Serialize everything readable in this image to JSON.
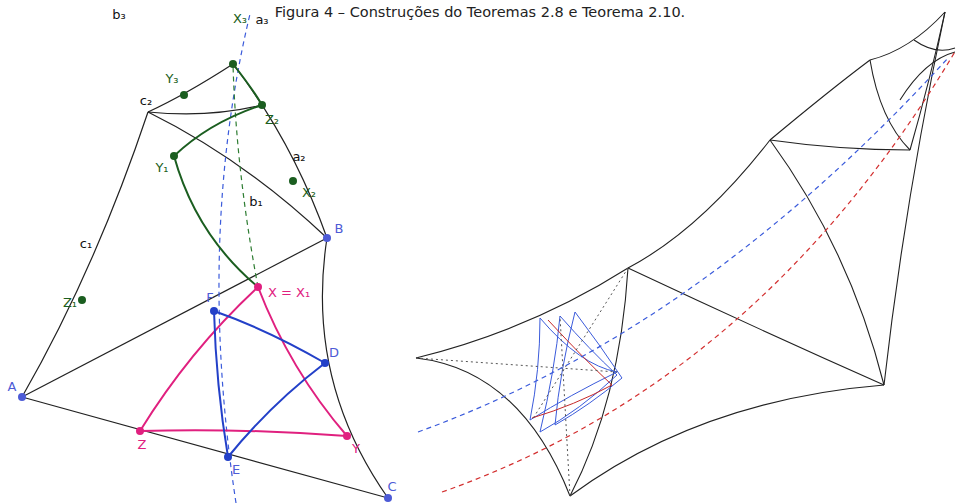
{
  "diagram": {
    "title": "Figura  4 – Construções do Teoremas 2.8 e Teorema 2.10.",
    "labels": [
      "b₃",
      "X₃",
      "a₃",
      "Y₃",
      "c₂",
      "Z₂",
      "Y₁",
      "a₂",
      "X₂",
      "b₁",
      "B",
      "c₁",
      "Z₁",
      "X = X₁",
      "F",
      "D",
      "A",
      "Z",
      "Y",
      "E",
      "C"
    ]
  }
}
